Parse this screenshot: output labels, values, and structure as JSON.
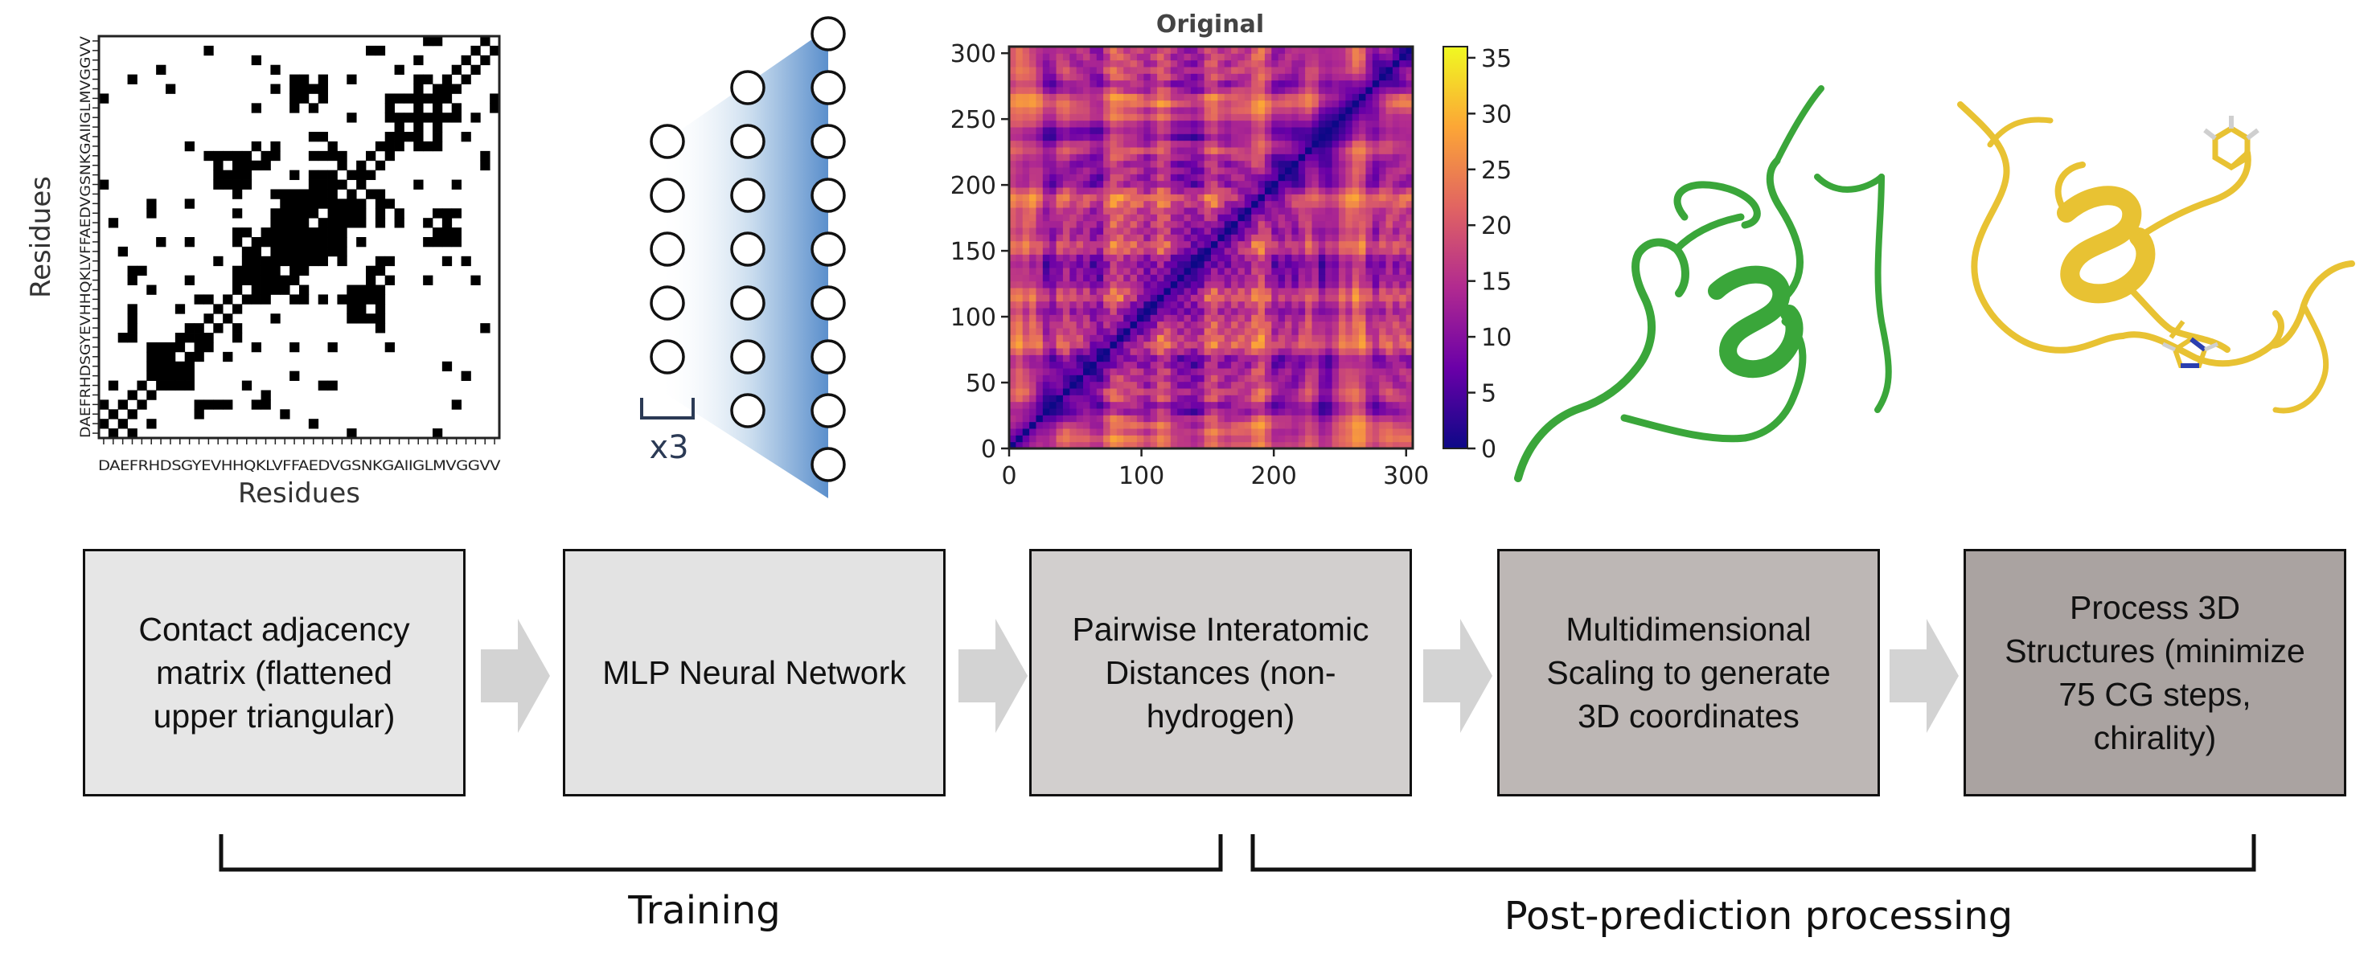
{
  "contact_map": {
    "xlabel": "Residues",
    "ylabel": "Residues",
    "residues": "DAEFRHDSGYEVHHQKLVFFAEDVGSNKGAIIGLMVGGVV"
  },
  "network": {
    "repeat_label": "x3",
    "layers": [
      5,
      7,
      9
    ]
  },
  "distance_map": {
    "title": "Original",
    "x_ticks": [
      "0",
      "100",
      "200",
      "300"
    ],
    "y_ticks": [
      "0",
      "50",
      "100",
      "150",
      "200",
      "250",
      "300"
    ],
    "colorbar_ticks": [
      "0",
      "5",
      "10",
      "15",
      "20",
      "25",
      "30",
      "35"
    ],
    "range": [
      0,
      36
    ],
    "colormap": [
      "#0d0887",
      "#6a00a8",
      "#b12a90",
      "#e16462",
      "#fca636",
      "#f0f921"
    ]
  },
  "structures": {
    "predicted_color": "#3aa63a",
    "processed_color": "#e8c233"
  },
  "pipeline": {
    "steps": [
      {
        "label": "Contact adjacency\nmatrix (flattened\nupper triangular)",
        "fill": "#e6e6e6"
      },
      {
        "label": "MLP Neural Network",
        "fill": "#e3e3e3"
      },
      {
        "label": "Pairwise Interatomic\nDistances (non-\nhydrogen)",
        "fill": "#d2cfce"
      },
      {
        "label": "Multidimensional\nScaling to generate\n3D coordinates",
        "fill": "#bdb7b5"
      },
      {
        "label": "Process 3D\nStructures (minimize\n75 CG steps,\nchirality)",
        "fill": "#aaa3a1"
      }
    ],
    "arrow_color": "#d3d3d3"
  },
  "brackets": {
    "training": "Training",
    "post": "Post-prediction processing"
  }
}
